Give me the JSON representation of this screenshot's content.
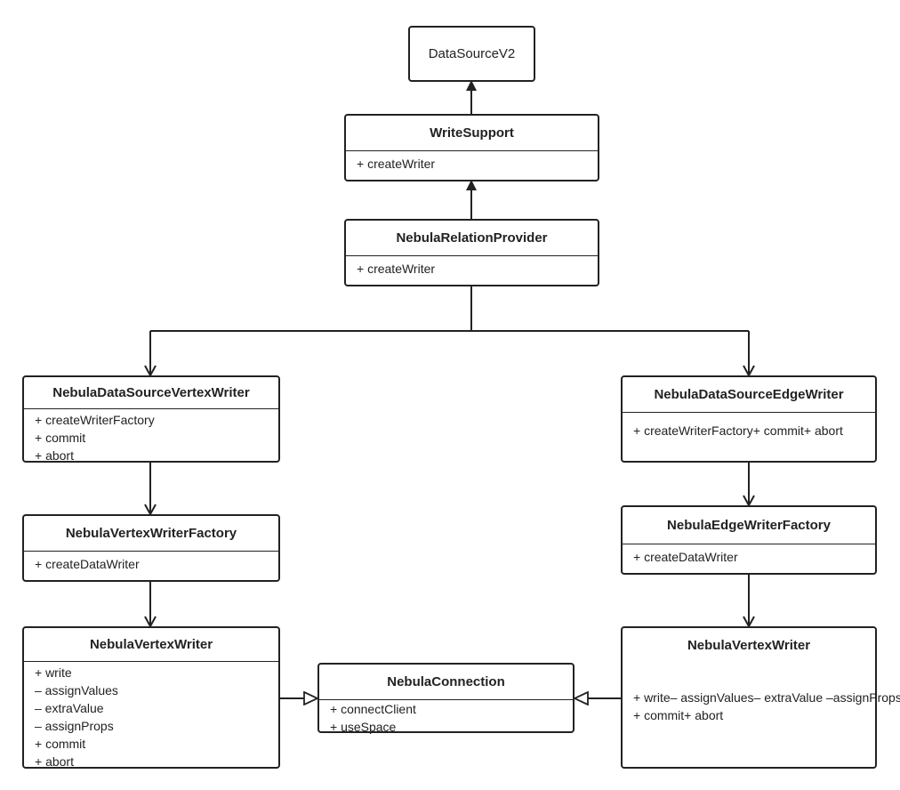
{
  "classes": {
    "datasource_v2": {
      "name": "DataSourceV2"
    },
    "write_support": {
      "name": "WriteSupport",
      "methods": [
        "+ createWriter"
      ]
    },
    "relation_provider": {
      "name": "NebulaRelationProvider",
      "methods": [
        "+ createWriter"
      ]
    },
    "vertex_writer_ds": {
      "name": "NebulaDataSourceVertexWriter",
      "methods": [
        "+ createWriterFactory",
        "+ commit",
        "+ abort"
      ]
    },
    "edge_writer_ds": {
      "name": "NebulaDataSourceEdgeWriter",
      "methods_text": "+ createWriterFactory+ commit+ abort"
    },
    "vertex_factory": {
      "name": "NebulaVertexWriterFactory",
      "methods": [
        "+ createDataWriter"
      ]
    },
    "edge_factory": {
      "name": "NebulaEdgeWriterFactory",
      "methods": [
        "+ createDataWriter"
      ]
    },
    "vertex_writer_left": {
      "name": "NebulaVertexWriter",
      "methods": [
        "+ write",
        "– assignValues",
        "– extraValue",
        "– assignProps",
        "+ commit",
        "+ abort"
      ]
    },
    "vertex_writer_right": {
      "name": "NebulaVertexWriter",
      "methods_text_1": "+ write– assignValues– extraValue –assignProps",
      "methods_text_2": "+ commit+ abort"
    },
    "connection": {
      "name": "NebulaConnection",
      "methods": [
        "+ connectClient",
        "+ useSpace"
      ]
    }
  },
  "colors": {
    "stroke": "#222222",
    "background": "#ffffff"
  }
}
